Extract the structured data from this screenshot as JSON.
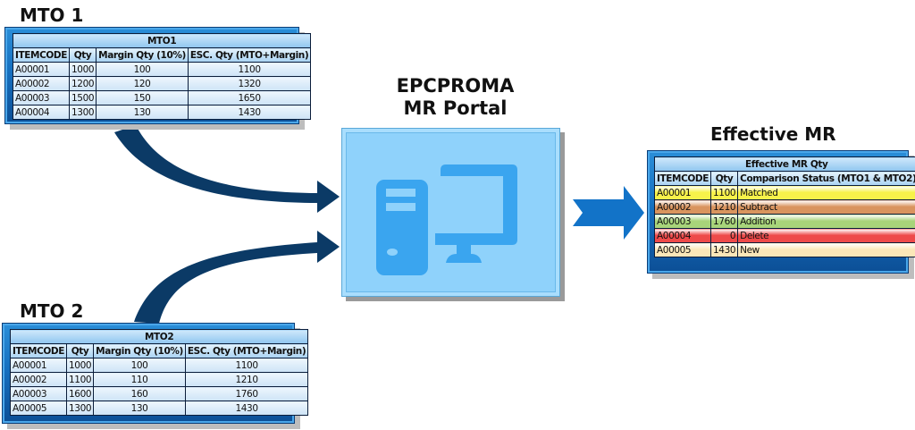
{
  "mto1": {
    "heading": "MTO 1",
    "table_title": "MTO1",
    "columns": [
      "ITEMCODE",
      "Qty",
      "Margin Qty (10%)",
      "ESC. Qty (MTO+Margin)"
    ],
    "rows": [
      [
        "A00001",
        "1000",
        "100",
        "1100"
      ],
      [
        "A00002",
        "1200",
        "120",
        "1320"
      ],
      [
        "A00003",
        "1500",
        "150",
        "1650"
      ],
      [
        "A00004",
        "1300",
        "130",
        "1430"
      ]
    ]
  },
  "mto2": {
    "heading": "MTO 2",
    "table_title": "MTO2",
    "columns": [
      "ITEMCODE",
      "Qty",
      "Margin Qty (10%)",
      "ESC. Qty (MTO+Margin)"
    ],
    "rows": [
      [
        "A00001",
        "1000",
        "100",
        "1100"
      ],
      [
        "A00002",
        "1100",
        "110",
        "1210"
      ],
      [
        "A00003",
        "1600",
        "160",
        "1760"
      ],
      [
        "A00005",
        "1300",
        "130",
        "1430"
      ]
    ]
  },
  "portal": {
    "heading_line1": "EPCPROMA",
    "heading_line2": "MR Portal",
    "icon": "desktop-computer-icon",
    "icon_color": "#3aa5ef"
  },
  "effective": {
    "heading": "Effective MR",
    "table_title": "Effective MR Qty",
    "columns": [
      "ITEMCODE",
      "Qty",
      "Comparison Status (MTO1 & MTO2)"
    ],
    "rows": [
      {
        "code": "A00001",
        "qty": "1100",
        "status": "Matched",
        "color": "#f7f24a"
      },
      {
        "code": "A00002",
        "qty": "1210",
        "status": "Subtract",
        "color": "#d9945e"
      },
      {
        "code": "A00003",
        "qty": "1760",
        "status": "Addition",
        "color": "#a8d47a"
      },
      {
        "code": "A00004",
        "qty": "0",
        "status": "Delete",
        "color": "#ee4a4a"
      },
      {
        "code": "A00005",
        "qty": "1430",
        "status": "New",
        "color": "#fbe7b8"
      }
    ]
  },
  "colors": {
    "flow_arrow": "#0b3a66",
    "output_arrow": "#1273c8"
  }
}
